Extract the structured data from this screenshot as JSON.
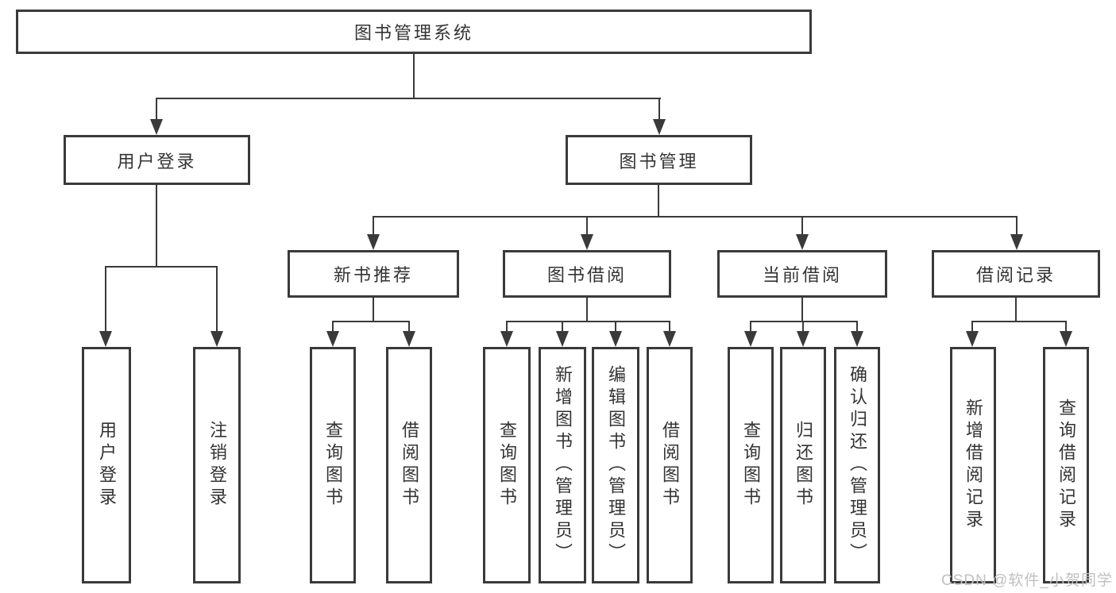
{
  "diagram_type": "flowchart",
  "colors": {
    "line": "#3a3a3a",
    "text": "#333333",
    "background": "#ffffff",
    "watermark": "#c0c0c0"
  },
  "tree": {
    "root": {
      "label": "图书管理系统",
      "children": [
        {
          "label": "用户登录",
          "children": [
            {
              "label": "用户登录"
            },
            {
              "label": "注销登录"
            }
          ]
        },
        {
          "label": "图书管理",
          "children": [
            {
              "label": "新书推荐",
              "children": [
                {
                  "label": "查询图书"
                },
                {
                  "label": "借阅图书"
                }
              ]
            },
            {
              "label": "图书借阅",
              "children": [
                {
                  "label": "查询图书"
                },
                {
                  "label": "新增图书（管理员）"
                },
                {
                  "label": "编辑图书（管理员）"
                },
                {
                  "label": "借阅图书"
                }
              ]
            },
            {
              "label": "当前借阅",
              "children": [
                {
                  "label": "查询图书"
                },
                {
                  "label": "归还图书"
                },
                {
                  "label": "确认归还（管理员）"
                }
              ]
            },
            {
              "label": "借阅记录",
              "children": [
                {
                  "label": "新增借阅记录"
                },
                {
                  "label": "查询借阅记录"
                }
              ]
            }
          ]
        }
      ]
    }
  },
  "watermark": {
    "text": "CSDN @软件_小贺同学"
  }
}
